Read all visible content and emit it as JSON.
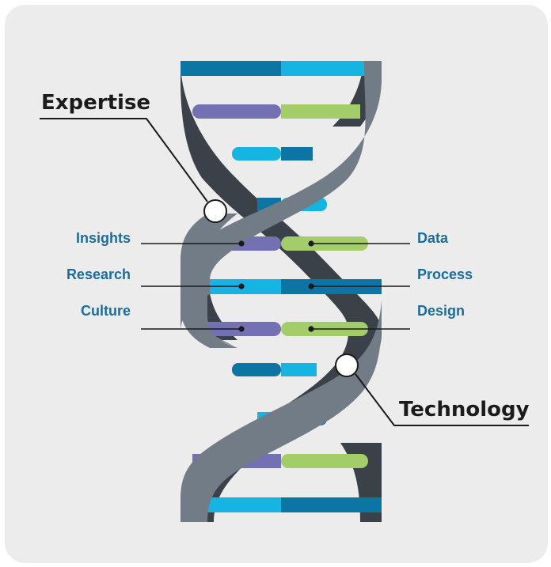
{
  "labels": {
    "expertise": "Expertise",
    "technology": "Technology",
    "insights": "Insights",
    "research": "Research",
    "culture": "Culture",
    "data": "Data",
    "process": "Process",
    "design": "Design"
  },
  "colors": {
    "background": "#ececec",
    "front_strand": "#727c86",
    "back_strand": "#3a4149",
    "cyan": "#16b4e0",
    "dark_blue": "#0d75a3",
    "purple": "#7470b4",
    "green": "#a3cd68",
    "label_blue": "#1c6d9c",
    "label_dark": "#1b1b1b"
  }
}
